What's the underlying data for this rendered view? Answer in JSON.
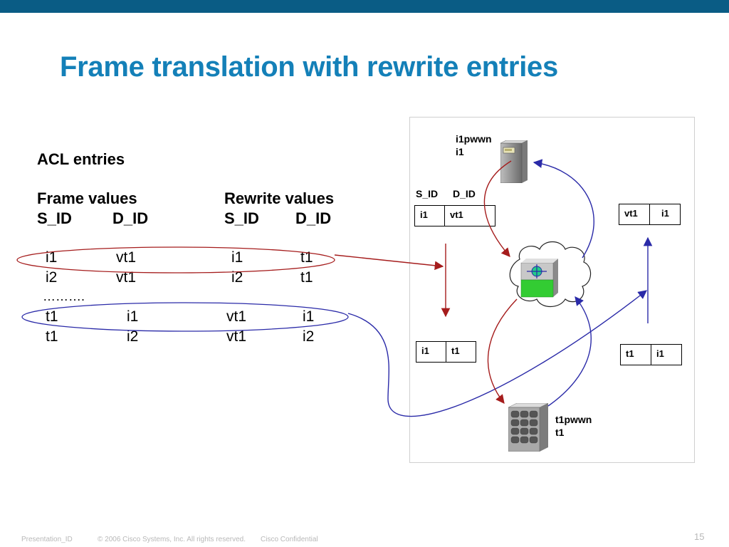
{
  "title": "Frame translation with rewrite entries",
  "acl": {
    "heading": "ACL entries",
    "frame_values_label": "Frame values",
    "rewrite_values_label": "Rewrite  values",
    "col_sid": "S_ID",
    "col_did": "D_ID",
    "ellipsis": "……….",
    "rows": [
      {
        "f_sid": "i1",
        "f_did": "vt1",
        "r_sid": "i1",
        "r_did": "t1"
      },
      {
        "f_sid": "i2",
        "f_did": "vt1",
        "r_sid": "i2",
        "r_did": "t1"
      },
      {
        "f_sid": "t1",
        "f_did": "i1",
        "r_sid": "vt1",
        "r_did": "i1"
      },
      {
        "f_sid": "t1",
        "f_did": "i2",
        "r_sid": "vt1",
        "r_did": "i2"
      }
    ]
  },
  "diagram": {
    "initiator": {
      "pwwn": "i1pwwn",
      "id": "i1"
    },
    "target": {
      "pwwn": "t1pwwn",
      "id": "t1"
    },
    "header_sid": "S_ID",
    "header_did": "D_ID",
    "frames": {
      "in_top": {
        "sid": "i1",
        "did": "vt1"
      },
      "in_bottom": {
        "sid": "i1",
        "did": "t1"
      },
      "out_top": {
        "sid": "vt1",
        "did": "i1"
      },
      "out_bottom": {
        "sid": "t1",
        "did": "i1"
      }
    },
    "colors": {
      "forward": "#a51c1c",
      "reverse": "#2a2aa8",
      "switch_green": "#33cc33"
    }
  },
  "footer": {
    "presentation_id": "Presentation_ID",
    "copyright": "© 2006 Cisco Systems, Inc. All rights reserved.",
    "confidential": "Cisco Confidential",
    "page_number": "15"
  }
}
